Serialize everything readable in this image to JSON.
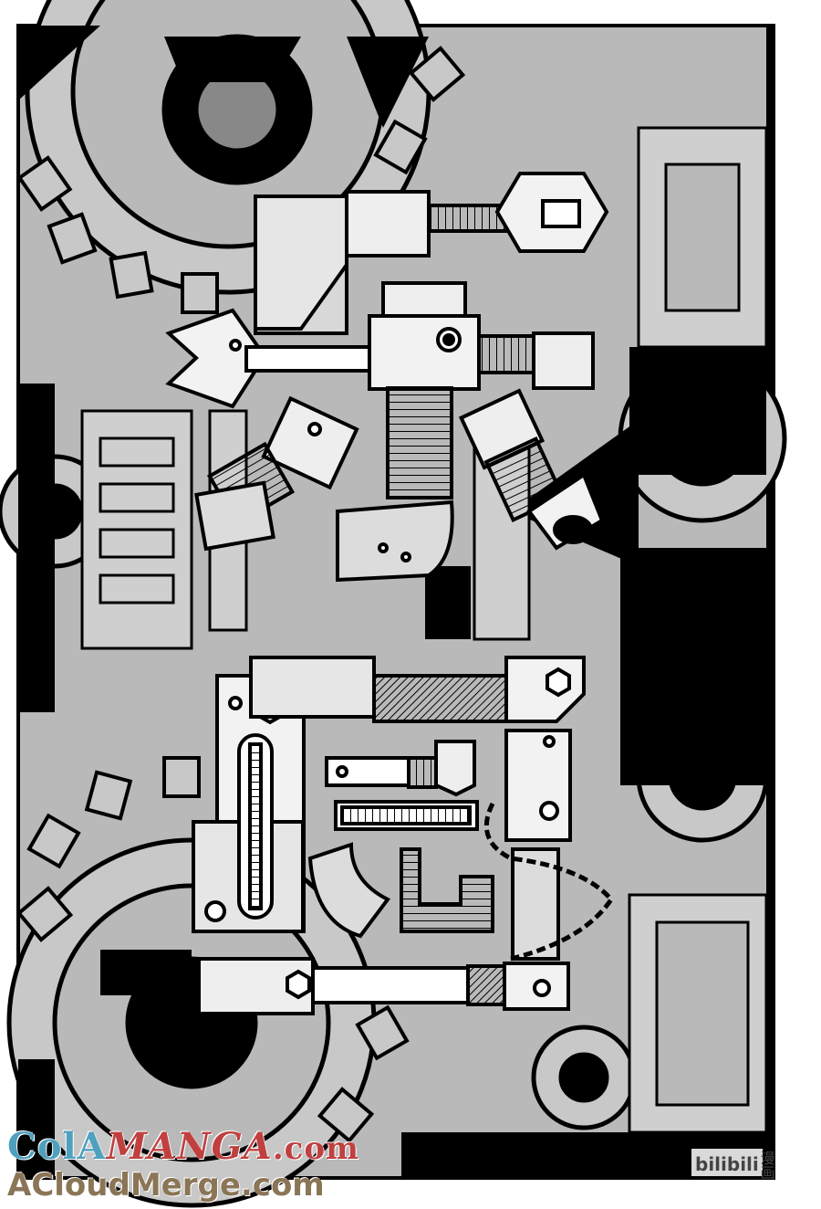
{
  "page": {
    "description_free": true
  },
  "watermarks": {
    "site_prefix": "ColA",
    "site_manga": "MANGA",
    "site_suffix": ".com",
    "merge_site": "ACloudMerge.com"
  },
  "logos": {
    "bilibili_text": "bilibili",
    "bilibili_manga_char": "漫画"
  },
  "colors": {
    "ink": "#000000",
    "paper": "#ffffff",
    "gray": "#b9b9b9",
    "mid_gray": "#9a9a9a",
    "watermark_blue": "#4fa0bf",
    "watermark_red": "#c04040",
    "watermark_brown": "#8a7556"
  }
}
